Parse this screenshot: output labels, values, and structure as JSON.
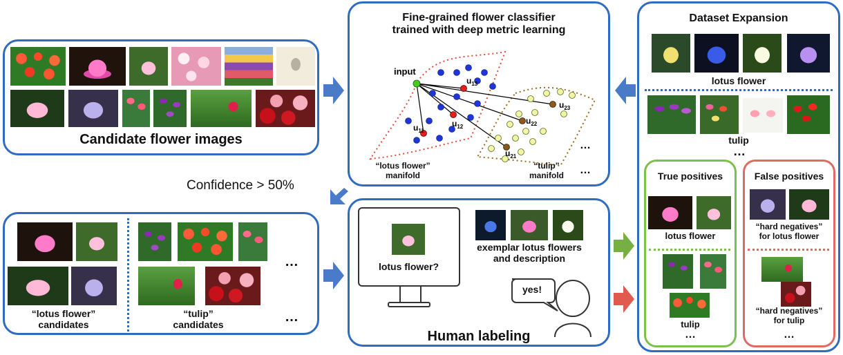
{
  "candidates_box": {
    "title": "Candidate flower images"
  },
  "confidence": {
    "text": "Confidence > 50%"
  },
  "groups_box": {
    "lotus_label": "“lotus flower”\ncandidates",
    "tulip_label": "“tulip”\ncandidates",
    "ellipsis": "…"
  },
  "classifier_box": {
    "title": "Fine-grained flower classifier\ntrained with deep metric learning",
    "input_label": "input",
    "lotus_manifold": "“lotus flower”\nmanifold",
    "tulip_manifold": "“tulip”\nmanifold",
    "ellipsis": "…",
    "points": [
      {
        "base": "u",
        "sub": "11"
      },
      {
        "base": "u",
        "sub": "12"
      },
      {
        "base": "u",
        "sub": "13"
      },
      {
        "base": "u",
        "sub": "21"
      },
      {
        "base": "u",
        "sub": "22"
      },
      {
        "base": "u",
        "sub": "23"
      }
    ]
  },
  "labeling_box": {
    "title": "Human labeling",
    "screen_question": "lotus flower?",
    "exemplar_text": "exemplar lotus flowers\nand description",
    "speech": "yes!"
  },
  "expansion_box": {
    "title": "Dataset Expansion",
    "lotus_label": "lotus flower",
    "tulip_label": "tulip",
    "ellipsis": "…",
    "true_positives": {
      "title": "True positives",
      "lotus_label": "lotus flower",
      "tulip_label": "tulip",
      "ellipsis": "…"
    },
    "false_positives": {
      "title": "False positives",
      "lotus_label": "“hard negatives”\nfor lotus flower",
      "tulip_label": "“hard negatives”\nfor tulip",
      "ellipsis": "…"
    }
  },
  "colors": {
    "box_border": "#2f6cc0",
    "arrow_blue": "#4a7bc8",
    "arrow_green": "#76b043",
    "arrow_red": "#e05a4e",
    "true_border": "#7cc04b",
    "false_border": "#e06a62",
    "lotus_point": "#1f35d6",
    "tulip_point": "#f0f5a8",
    "prototype_red": "#e02020",
    "prototype_brown": "#8a5a1c",
    "input_point": "#44cc22"
  }
}
